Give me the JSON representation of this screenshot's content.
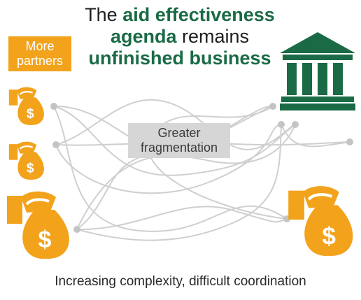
{
  "title": {
    "part1": "The ",
    "part2": "aid effectiveness",
    "part3": "agenda",
    "part4": " remains",
    "part5": "unfinished business"
  },
  "more_partners_label": "More partners",
  "fragmentation_label": "Greater fragmentation",
  "footer": "Increasing complexity, difficult coordination",
  "colors": {
    "accent_green": "#1a6b45",
    "bag_orange": "#f2a31b",
    "line_grey": "#c8c8c8",
    "box_grey": "#d6d6d6"
  },
  "icons": [
    "money-bag-icon",
    "bank-icon"
  ]
}
